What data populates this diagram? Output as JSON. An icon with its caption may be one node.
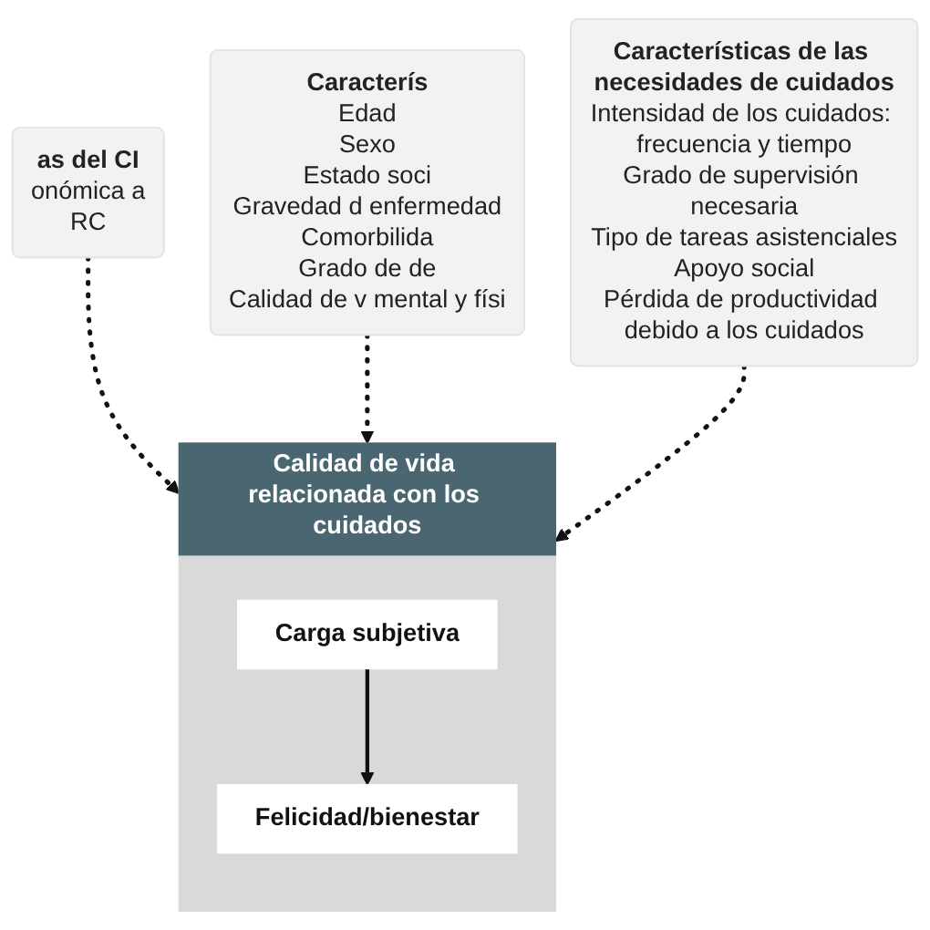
{
  "diagram": {
    "nodes": [
      {
        "text": [
          "as del CI",
          "onómica a",
          "RC"
        ]
      },
      {
        "text": [
          "Calidad de vida relacionada con los cuidados"
        ]
      },
      {
        "text": [
          "Carga subjetiva"
        ],
        "in": 1
      },
      {
        "text": [
          "Felicidad/bienestar"
        ],
        "in": 1
      },
      {
        "text": [
          "Caracterís",
          "Edad",
          "Sexo",
          "Estado soci",
          "Gravedad d enfermedad",
          "Comorbilida",
          "Grado de de",
          "Calidad de v mental y físi"
        ]
      },
      {
        "text": [
          "Características de las necesidades de cuidados",
          "Intensidad de los cuidados: frecuencia y tiempo",
          "Grado de supervisión necesaria",
          "Tipo de tareas asistenciales",
          "Apoyo social",
          "Pérdida de productividad debido a los cuidados"
        ]
      }
    ],
    "edges": [
      {
        "from": 0,
        "to": 1,
        "arrow": "to",
        "style": "dashed"
      },
      {
        "from": 4,
        "to": 1,
        "arrow": "to",
        "style": "dashed"
      },
      {
        "from": 2,
        "to": 3,
        "arrow": "to"
      },
      {
        "from": 5,
        "to": 1,
        "arrow": "to",
        "style": "dashed"
      }
    ]
  }
}
